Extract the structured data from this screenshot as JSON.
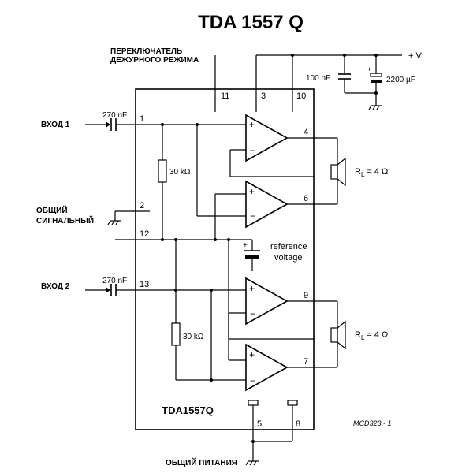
{
  "title": "TDA 1557 Q",
  "chip_label": "TDA1557Q",
  "standby_label_line1": "ПЕРЕКЛЮЧАТЕЛЬ",
  "standby_label_line2": "ДЕЖУРНОГО РЕЖИМА",
  "input1_label": "ВХОД 1",
  "input2_label": "ВХОД 2",
  "signal_ground_line1": "ОБЩИЙ",
  "signal_ground_line2": "СИГНАЛЬНЫЙ",
  "power_ground_label": "ОБЩИЙ ПИТАНИЯ",
  "supply_label": "+ V",
  "cap_in1": "270 nF",
  "cap_in2": "270 nF",
  "cap_100": "100 nF",
  "cap_2200": "2200 µF",
  "res1": "30 kΩ",
  "res2": "30 kΩ",
  "reference_line1": "reference",
  "reference_line2": "voltage",
  "load1": "R",
  "load1_sub": "L",
  "load1_value": "= 4 Ω",
  "load2": "R",
  "load2_sub": "L",
  "load2_value": "= 4 Ω",
  "pins": {
    "p1": "1",
    "p2": "2",
    "p3": "3",
    "p4": "4",
    "p5": "5",
    "p6": "6",
    "p7": "7",
    "p8": "8",
    "p9": "9",
    "p10": "10",
    "p11": "11",
    "p12": "12",
    "p13": "13"
  },
  "drawing_code": "MCD323 - 1"
}
